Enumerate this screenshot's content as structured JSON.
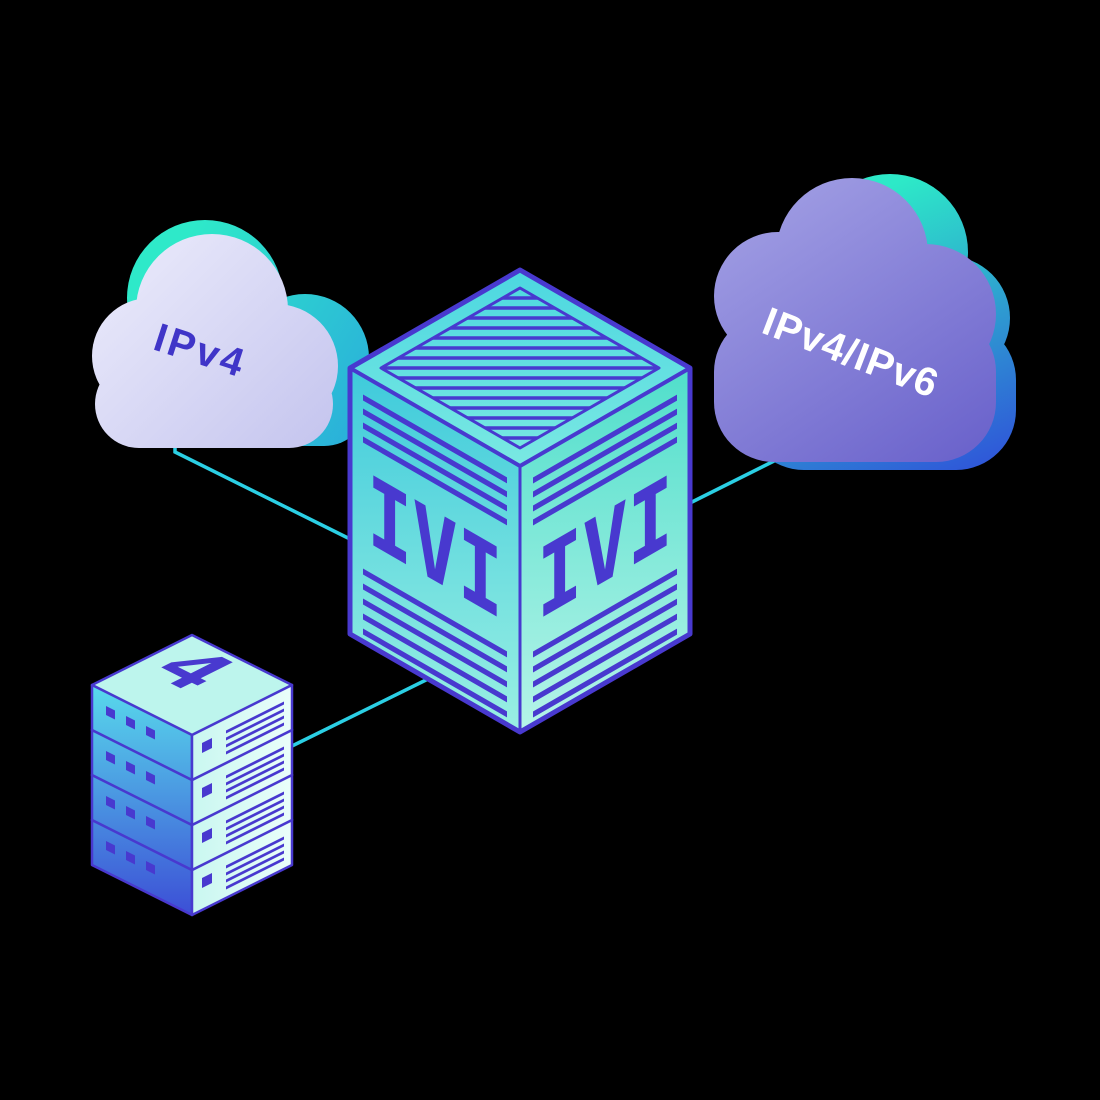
{
  "diagram": {
    "nodes": {
      "ipv4_cloud": {
        "label": "IPv4"
      },
      "dual_stack_cloud": {
        "label": "IPv4/IPv6"
      },
      "translator": {
        "left_face_label": "IVI",
        "right_face_label": "IVI"
      },
      "server_rack": {
        "top_label": "4"
      }
    },
    "connections": [
      {
        "from": "ipv4-cloud",
        "to": "ivi-translator-cube"
      },
      {
        "from": "ipv4-ipv6-cloud",
        "to": "ivi-translator-cube"
      },
      {
        "from": "server-rack",
        "to": "ivi-translator-cube"
      }
    ],
    "colors": {
      "background": "#000000",
      "connection_line": "#2bcfe4",
      "purple": "#4839cf",
      "ipv4_label": "#4035c8",
      "dual_label": "#ffffff",
      "cloud_lavender": "#d9d9f2",
      "cloud_purple": "#8residue"
    }
  }
}
